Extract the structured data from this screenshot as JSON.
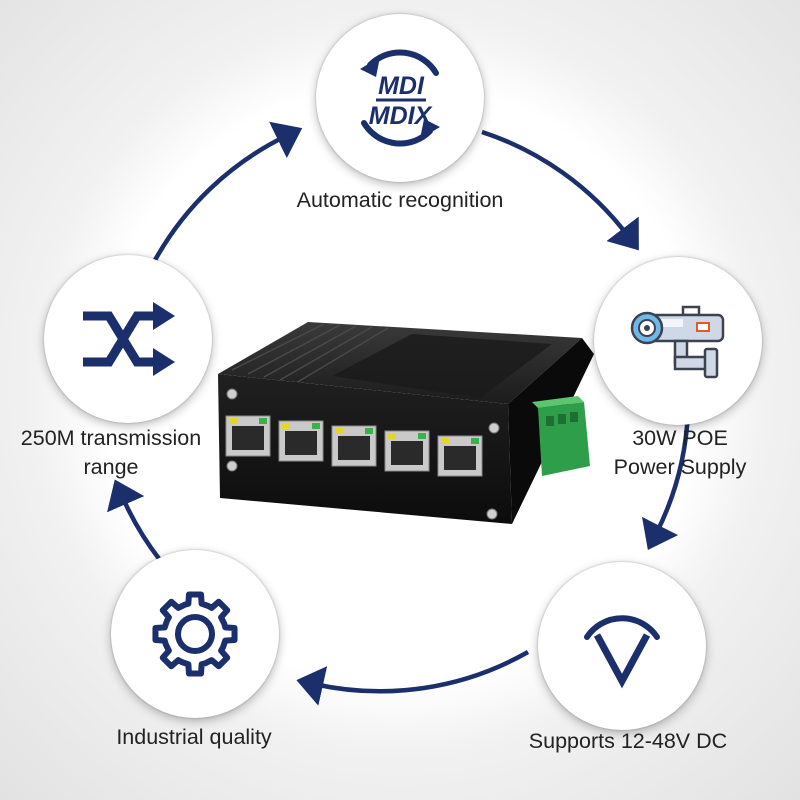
{
  "features": {
    "mdi": {
      "line1": "MDI",
      "line2": "MDIX",
      "label": "Automatic recognition",
      "icon": "mdi-mdix-swap-icon"
    },
    "poe": {
      "line1": "30W POE",
      "line2": "Power Supply",
      "icon": "security-camera-icon"
    },
    "voltage": {
      "label": "Supports 12-48V DC",
      "icon": "voltage-icon"
    },
    "industrial": {
      "label": "Industrial quality",
      "icon": "gear-icon"
    },
    "transmission": {
      "line1": "250M transmission",
      "line2": "range",
      "icon": "shuffle-arrows-icon"
    }
  },
  "colors": {
    "navy": "#1a2f6b",
    "switch_body": "#141414",
    "terminal_green": "#2e9e4a",
    "led_yellow": "#e3d52a",
    "led_green": "#38b24a"
  }
}
